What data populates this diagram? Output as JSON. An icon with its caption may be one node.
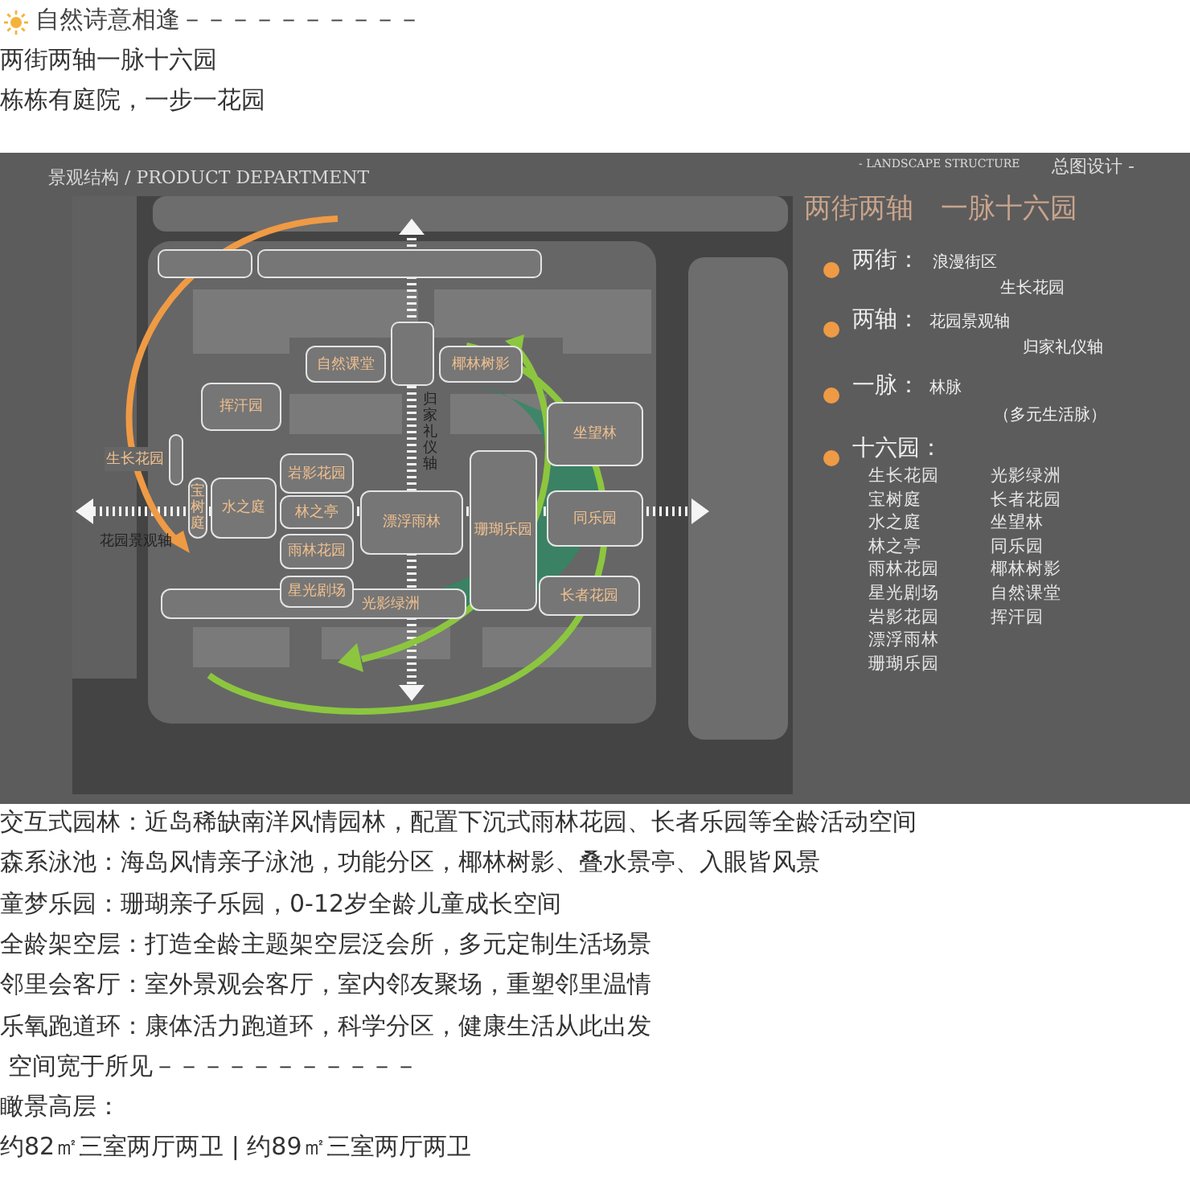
{
  "diagram": {
    "title": "自然诗意相逢－－－－－－－－－－",
    "nodes": [
      {
        "text": [],
        "shape": "box"
      },
      {
        "text": [],
        "shape": "box"
      },
      {
        "text": [],
        "shape": "box"
      },
      {
        "text": [
          "自然课堂"
        ]
      },
      {
        "text": [
          "椰林树影"
        ]
      },
      {
        "text": [
          "挥汗园"
        ]
      },
      {
        "text": [],
        "shape": "box",
        "beside": [
          "生长花园"
        ]
      },
      {
        "text": [
          "岩影花园"
        ]
      },
      {
        "text": [
          "宝树庭"
        ]
      },
      {
        "text": [
          "水之庭"
        ]
      },
      {
        "text": [
          "林之亭"
        ]
      },
      {
        "text": [
          "漂浮雨林"
        ]
      },
      {
        "text": [
          "珊瑚乐园"
        ]
      },
      {
        "text": [
          "坐望林"
        ]
      },
      {
        "text": [
          "同乐园"
        ]
      },
      {
        "text": [
          "雨林花园"
        ]
      },
      {
        "text": [
          "长者花园"
        ]
      },
      {
        "text": [
          "星光剧场"
        ]
      },
      {
        "text": [
          "光影绿洲"
        ]
      }
    ],
    "labels": [
      "两街两轴一脉十六园",
      "栋栋有庭院，一步一花园",
      "景观结构 / PRODUCT DEPARTMENT",
      "- LANDSCAPE STRUCTURE",
      "总图设计 -",
      "两街两轴　一脉十六园",
      "两街：",
      "浪漫街区",
      "生长花园",
      "两轴：",
      "花园景观轴",
      "归家礼仪轴",
      "一脉：",
      "林脉",
      "（多元生活脉）",
      "十六园：",
      "生长花园",
      "宝树庭",
      "水之庭",
      "林之亭",
      "雨林花园",
      "星光剧场",
      "岩影花园",
      "漂浮雨林",
      "珊瑚乐园",
      "光影绿洲",
      "长者花园",
      "坐望林",
      "同乐园",
      "椰林树影",
      "自然课堂",
      "挥汗园",
      "归家礼仪轴",
      "花园景观轴",
      "交互式园林：近岛稀缺南洋风情园林，配置下沉式雨林花园、长者乐园等全龄活动空间",
      "森系泳池：海岛风情亲子泳池，功能分区，椰林树影、叠水景亭、入眼皆风景",
      "童梦乐园：珊瑚亲子乐园，0-12岁全龄儿童成长空间",
      "全龄架空层：打造全龄主题架空层泛会所，多元定制生活场景",
      "邻里会客厅：室外景观会客厅，室内邻友聚场，重塑邻里温情",
      "乐氧跑道环：康体活力跑道环，科学分区，健康生活从此出发",
      " 空间宽于所见－－－－－－－－－－－",
      "瞰景高层：",
      "约82㎡三室两厅两卫 | 约89㎡三室两厅两卫"
    ]
  }
}
